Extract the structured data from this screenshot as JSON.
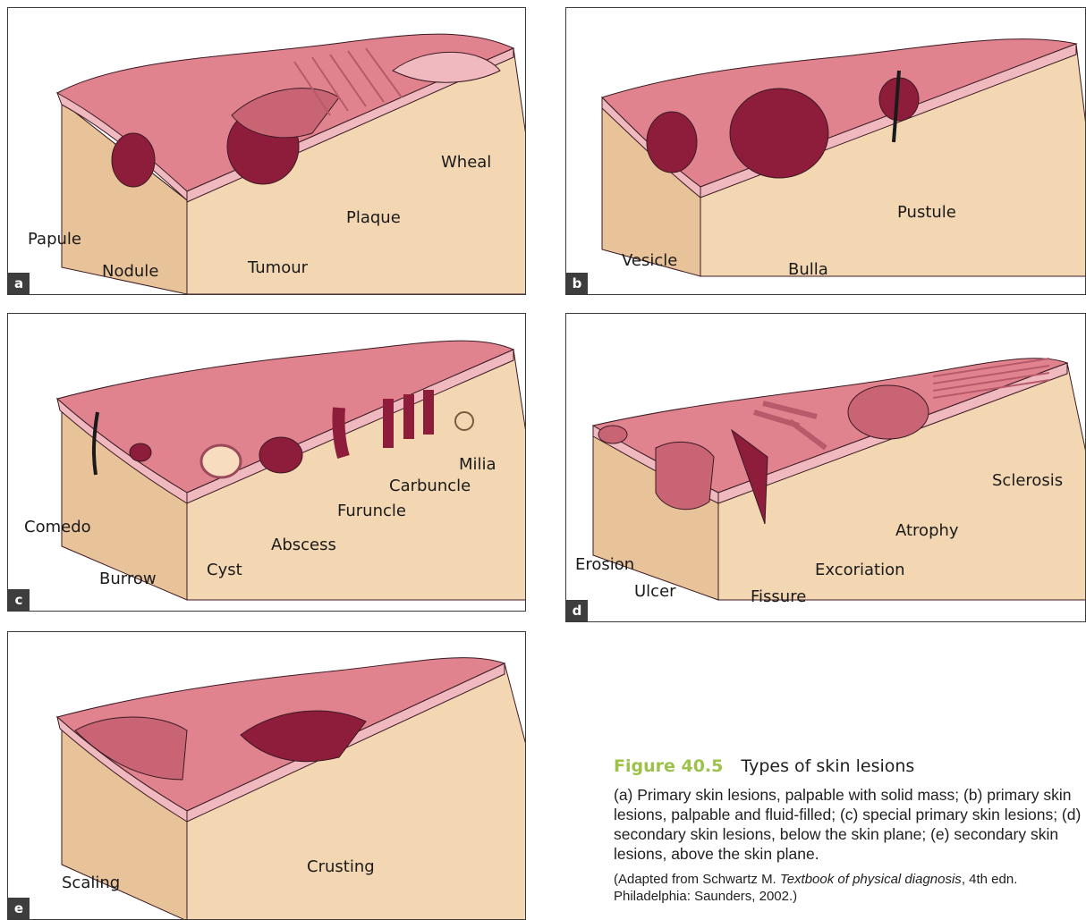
{
  "colors": {
    "skin_top": "#e0838f",
    "skin_top_dark": "#c96475",
    "epidermis": "#f0b9c0",
    "dermis_side": "#f3d7b2",
    "dermis_front": "#e8c39a",
    "lesion_dark": "#8e1c3b",
    "outline": "#3b1a22"
  },
  "panels": [
    {
      "letter": "a",
      "labels": [
        "Papule",
        "Nodule",
        "Tumour",
        "Plaque",
        "Wheal"
      ]
    },
    {
      "letter": "b",
      "labels": [
        "Vesicle",
        "Bulla",
        "Pustule"
      ]
    },
    {
      "letter": "c",
      "labels": [
        "Comedo",
        "Burrow",
        "Cyst",
        "Abscess",
        "Furuncle",
        "Carbuncle",
        "Milia"
      ]
    },
    {
      "letter": "d",
      "labels": [
        "Erosion",
        "Ulcer",
        "Fissure",
        "Excoriation",
        "Atrophy",
        "Sclerosis"
      ]
    },
    {
      "letter": "e",
      "labels": [
        "Scaling",
        "Crusting"
      ]
    }
  ],
  "caption": {
    "number": "Figure 40.5",
    "title": "Types of skin lesions",
    "body": "(a) Primary skin lesions, palpable with solid mass; (b) primary skin lesions, palpable and fluid-filled; (c) special primary skin lesions; (d) secondary skin lesions, below the skin plane; (e) secondary skin lesions, above the skin plane.",
    "source_prefix": "(Adapted from Schwartz M. ",
    "source_title": "Textbook of physical diagnosis",
    "source_suffix": ", 4th edn. Philadelphia: Saunders, 2002.)"
  }
}
